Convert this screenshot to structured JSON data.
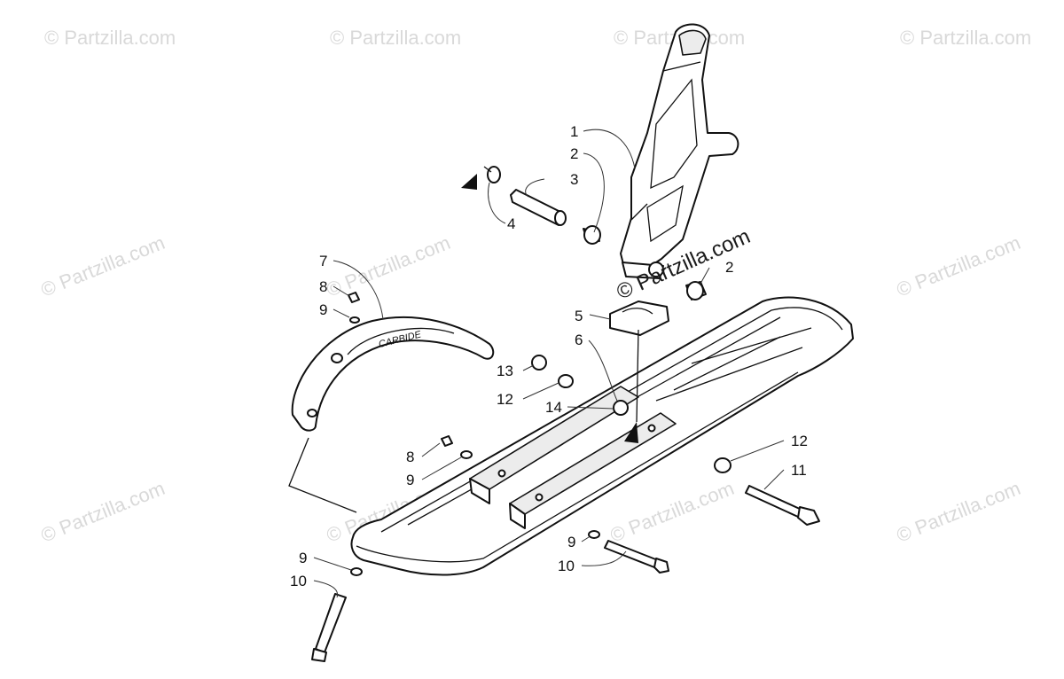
{
  "watermarks": {
    "text": "© Partzilla.com",
    "center_text": "© Partzilla.com"
  },
  "callouts": {
    "c1": "1",
    "c2a": "2",
    "c2b": "2",
    "c3": "3",
    "c4": "4",
    "c5": "5",
    "c6": "6",
    "c7": "7",
    "c8a": "8",
    "c8b": "8",
    "c9a": "9",
    "c9b": "9",
    "c9c": "9",
    "c9d": "9",
    "c10a": "10",
    "c10b": "10",
    "c11": "11",
    "c12a": "12",
    "c12b": "12",
    "c13": "13",
    "c14": "14"
  },
  "handle_logo": "CARBIDE",
  "colors": {
    "line": "#111111",
    "watermark": "#d9d9d9",
    "background": "#ffffff"
  }
}
